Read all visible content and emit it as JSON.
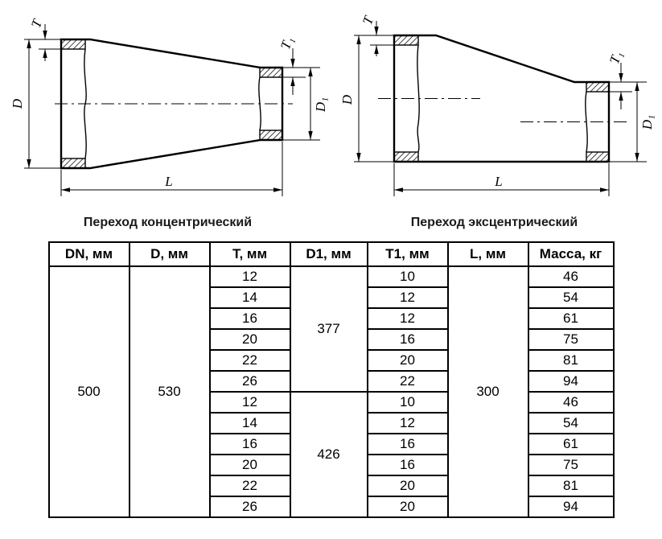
{
  "drawings": {
    "labels": {
      "t": "T",
      "d": "D",
      "t1": "T₁",
      "d1": "D₁",
      "l": "L"
    },
    "concentric": {
      "caption": "Переход концентрический"
    },
    "eccentric": {
      "caption": "Переход эксцентрический"
    }
  },
  "table": {
    "headers": [
      "DN, мм",
      "D, мм",
      "T, мм",
      "D1, мм",
      "T1, мм",
      "L, мм",
      "Масса, кг"
    ],
    "dn": "500",
    "d": "530",
    "l": "300",
    "groups": [
      {
        "d1": "377",
        "rows": [
          {
            "t": "12",
            "t1": "10",
            "mass": "46"
          },
          {
            "t": "14",
            "t1": "12",
            "mass": "54"
          },
          {
            "t": "16",
            "t1": "12",
            "mass": "61"
          },
          {
            "t": "20",
            "t1": "16",
            "mass": "75"
          },
          {
            "t": "22",
            "t1": "20",
            "mass": "81"
          },
          {
            "t": "26",
            "t1": "22",
            "mass": "94"
          }
        ]
      },
      {
        "d1": "426",
        "rows": [
          {
            "t": "12",
            "t1": "10",
            "mass": "46"
          },
          {
            "t": "14",
            "t1": "12",
            "mass": "54"
          },
          {
            "t": "16",
            "t1": "16",
            "mass": "61"
          },
          {
            "t": "20",
            "t1": "16",
            "mass": "75"
          },
          {
            "t": "22",
            "t1": "20",
            "mass": "81"
          },
          {
            "t": "26",
            "t1": "20",
            "mass": "94"
          }
        ]
      }
    ]
  }
}
